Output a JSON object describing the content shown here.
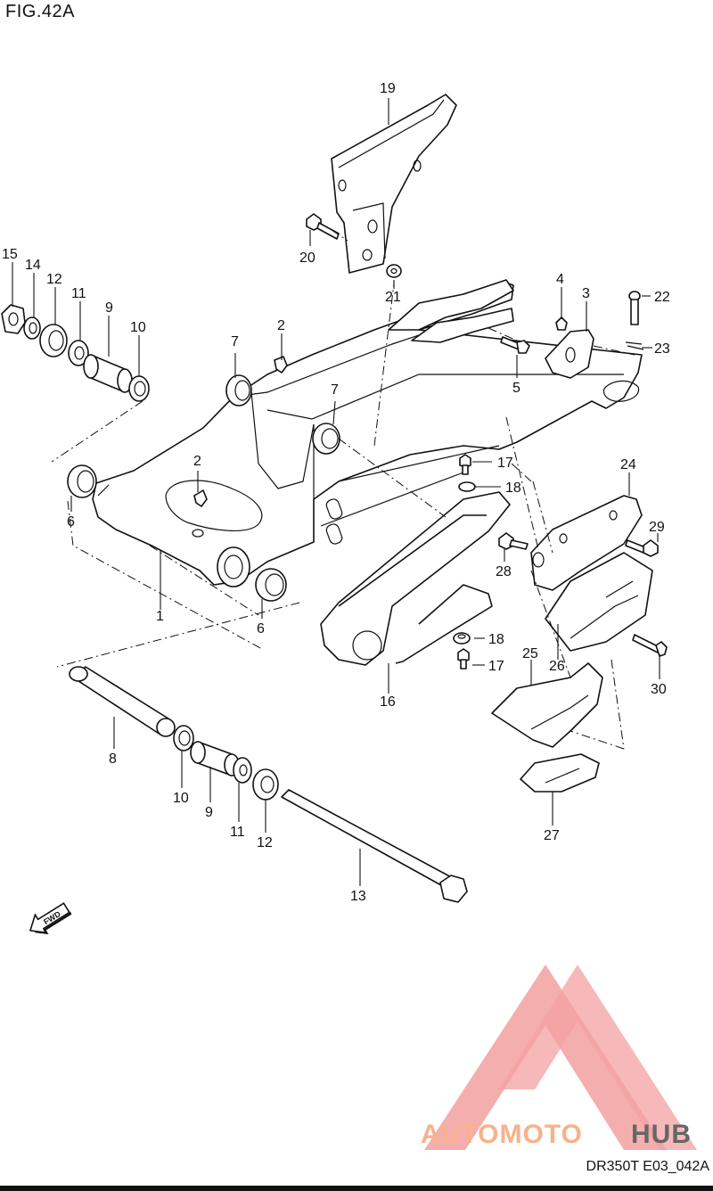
{
  "figure": {
    "title": "FIG.42A",
    "ref_code": "DR350T E03_042A"
  },
  "watermark": {
    "brand_left": "AUTOMOTO",
    "brand_right": "HUB",
    "color_red": "#f08a8a",
    "color_orange": "#f7b28a",
    "color_gray": "#555555"
  },
  "fwd_label": "FWD",
  "callouts": {
    "c1": "1",
    "c2a": "2",
    "c2b": "2",
    "c3": "3",
    "c4": "4",
    "c5": "5",
    "c6a": "6",
    "c6b": "6",
    "c7a": "7",
    "c7b": "7",
    "c8": "8",
    "c9a": "9",
    "c9b": "9",
    "c10a": "10",
    "c10b": "10",
    "c11a": "11",
    "c11b": "11",
    "c12a": "12",
    "c12b": "12",
    "c13": "13",
    "c14": "14",
    "c15": "15",
    "c16": "16",
    "c17a": "17",
    "c17b": "17",
    "c18a": "18",
    "c18b": "18",
    "c19": "19",
    "c20": "20",
    "c21": "21",
    "c22": "22",
    "c23": "23",
    "c24": "24",
    "c25": "25",
    "c26": "26",
    "c27": "27",
    "c28": "28",
    "c29": "29",
    "c30": "30"
  }
}
